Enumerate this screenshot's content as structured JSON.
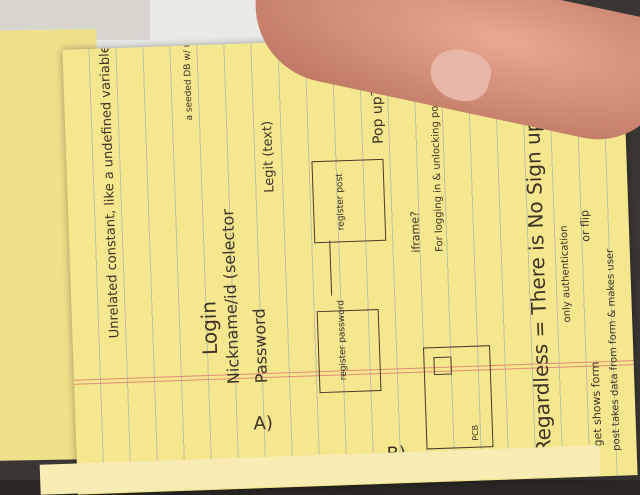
{
  "notes": {
    "top_comment": "Unrelated constant, like a undefined variable of constant",
    "top_right_note": "a seeded DB w/ registered",
    "login_title": "Login",
    "nickname_field": "Nickname/id (selector",
    "password_field": "Password",
    "legit_note": "Legit (text)",
    "section_a": "A)",
    "section_b": "B)",
    "box_left_label": "register password",
    "box_right_label": "register post",
    "popup_note": "Pop up?",
    "iframe_note": "iframe?",
    "for_login_note": "For logging in & unlocking posts?",
    "regardless_note": "Regardless = There is No Sign up",
    "only_auth_note": "only authentication",
    "get_note": "get shows form",
    "flip_note": "or flip",
    "post_note": "post takes data from form & makes user",
    "small_box_label": "PCB"
  }
}
